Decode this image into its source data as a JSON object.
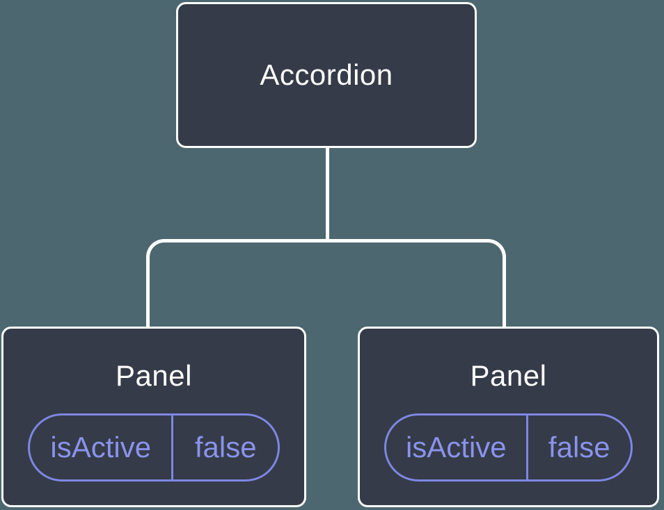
{
  "colors": {
    "background": "#4D6770",
    "node-fill": "#353B48",
    "node-border": "#FFFFFF",
    "node-text": "#FFFFFF",
    "connector": "#FFFFFF",
    "accent-border": "#7E87E4",
    "accent-text": "#8A93EC"
  },
  "tree": {
    "root": {
      "label": "Accordion"
    },
    "children": [
      {
        "label": "Panel",
        "state": {
          "key": "isActive",
          "value": "false"
        }
      },
      {
        "label": "Panel",
        "state": {
          "key": "isActive",
          "value": "false"
        }
      }
    ]
  }
}
